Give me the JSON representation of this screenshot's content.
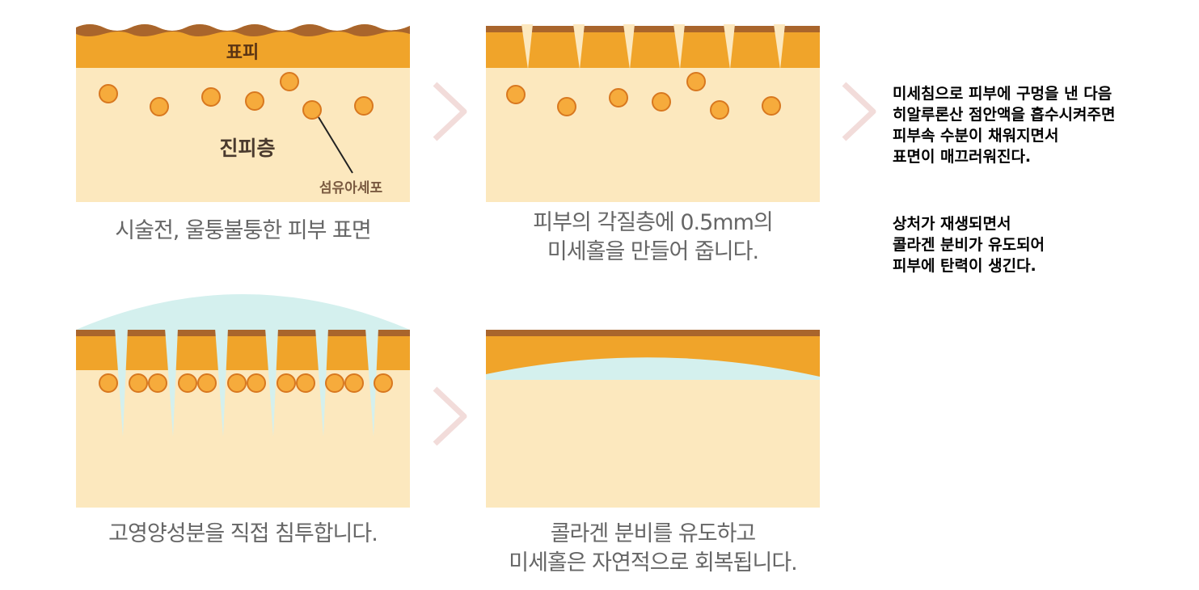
{
  "labels": {
    "epidermis": "표피",
    "dermis": "진피층",
    "fibroblast": "섬유아세포"
  },
  "captions": {
    "step1": "시술전, 울퉁불퉁한 피부 표면",
    "step2_line1": "피부의 각질층에 0.5mm의",
    "step2_line2": "미세홀을 만들어 줍니다.",
    "step3": "고영양성분을 직접 침투합니다.",
    "step4_line1": "콜라겐 분비를 유도하고",
    "step4_line2": "미세홀은 자연적으로 회복됩니다."
  },
  "side_text": {
    "para1": [
      "미세침으로 피부에 구멍을 낸 다음",
      "히알루론산 점안액을 흡수시켜주면",
      "피부속 수분이 채워지면서",
      "표면이 매끄러워진다."
    ],
    "para2": [
      "상처가 재생되면서",
      "콜라겐 분비가 유도되어",
      "피부에 탄력이 생긴다."
    ]
  },
  "colors": {
    "epidermis": "#F0A42A",
    "surface": "#A9652C",
    "dermis": "#FCE8BE",
    "cell_fill": "#F6AB3C",
    "cell_stroke": "#D8781F",
    "serum": "#D4F0EE",
    "arrow": "#F2DCDA"
  }
}
